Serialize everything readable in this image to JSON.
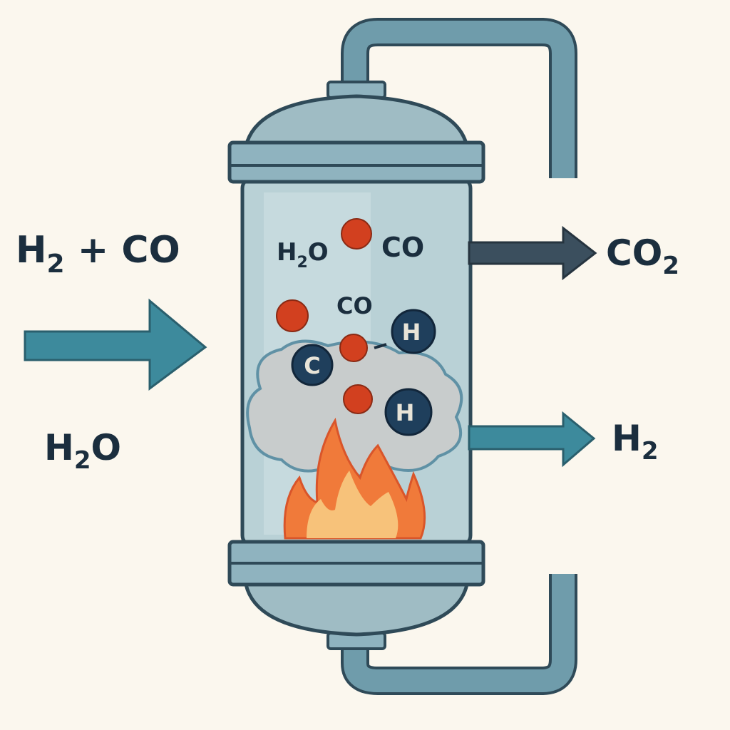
{
  "title": "Water-gas shift reactor diagram",
  "inputs": {
    "feed_gas": {
      "main": "H",
      "sub": "2",
      "rest": " + CO"
    },
    "steam": {
      "main": "H",
      "sub": "2",
      "rest": "O"
    }
  },
  "outputs": {
    "carbon_dioxide": {
      "main": "CO",
      "sub": "2"
    },
    "hydrogen": {
      "main": "H",
      "sub": "2"
    }
  },
  "reactor_labels": {
    "water": {
      "main": "H",
      "sub": "2",
      "rest": "O"
    },
    "co_top": "CO",
    "co_middle": "CO"
  },
  "atoms": {
    "carbon": "C",
    "hydrogen_1": "H",
    "hydrogen_2": "H"
  },
  "colors": {
    "background": "#fbf7ee",
    "vessel": "#a9c4cb",
    "outline": "#2f4a58",
    "pipe": "#6f9cab",
    "inlet_arrow": "#3d8a9c",
    "co2_arrow": "#3b4f5e",
    "oxygen": "#d2401f",
    "atom_dark": "#1f3f5c",
    "flame": "#f07a3a"
  }
}
